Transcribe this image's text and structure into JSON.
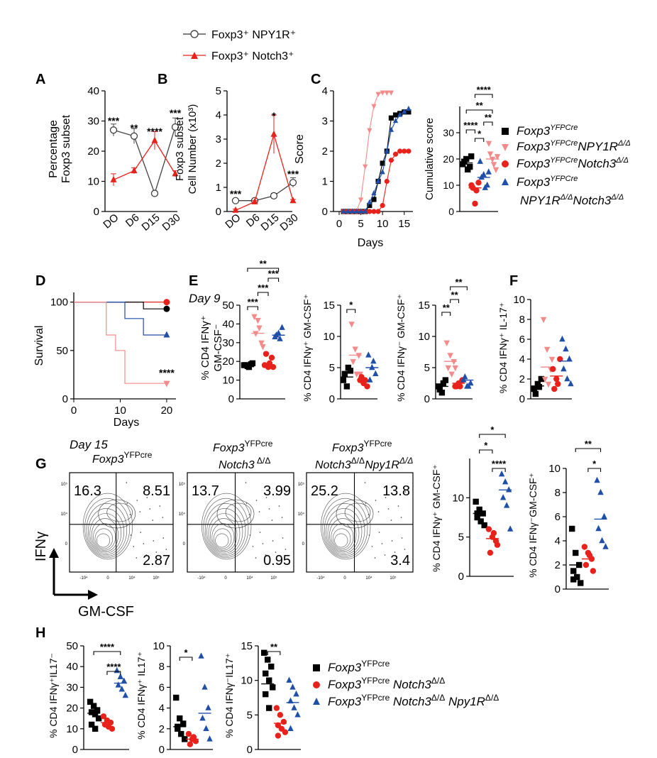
{
  "colors": {
    "black": "#000000",
    "red": "#e8221b",
    "pink": "#f58a8a",
    "blue": "#1f4fa8",
    "open": "#ffffff"
  },
  "top_legend": [
    {
      "label": "Foxp3⁺ NPY1R⁺",
      "marker": "open-circle"
    },
    {
      "label": "Foxp3⁺ Notch3⁺",
      "marker": "red-triangle"
    }
  ],
  "panel_letters": {
    "A": "A",
    "B": "B",
    "C": "C",
    "D": "D",
    "E": "E",
    "F": "F",
    "G": "G",
    "H": "H"
  },
  "legend_C": [
    {
      "label": "Foxp3",
      "sup": "YFPCre",
      "rest": "",
      "rest_sup": "",
      "marker": "square",
      "color": "black"
    },
    {
      "label": "Foxp3",
      "sup": "YFPCre",
      "rest": "NPY1R",
      "rest_sup": "Δ/Δ",
      "marker": "tri-down",
      "color": "pink"
    },
    {
      "label": "Foxp3",
      "sup": "YFPCre",
      "rest": "Notch3",
      "rest_sup": "Δ/Δ",
      "marker": "circle",
      "color": "red"
    },
    {
      "label": "Foxp3",
      "sup": "YFPCre",
      "rest": "NPY1R^Δ/Δ Notch3^Δ/Δ",
      "rest_sup": "",
      "marker": "tri-up",
      "color": "blue"
    }
  ],
  "legend_C_lines": [
    "Foxp3YFPCre",
    "Foxp3YFPCreNPY1RΔ/Δ",
    "Foxp3YFPCreNotch3Δ/Δ",
    "Foxp3YFPCre",
    "NPY1RΔ/ΔNotch3Δ/Δ"
  ],
  "legend_H": [
    {
      "text": "Foxp3YFPcre",
      "marker": "square",
      "color": "black"
    },
    {
      "text": "Foxp3YFPcre Notch3Δ/Δ",
      "marker": "circle",
      "color": "red"
    },
    {
      "text": "Foxp3YFPcre Notch3Δ/Δ Npy1RΔ/Δ",
      "marker": "tri-up",
      "color": "blue"
    }
  ],
  "chart_data": [
    {
      "panel": "A",
      "type": "line",
      "xlabel": "",
      "ylabel": "Percentage Foxp3 subset",
      "categories": [
        "DO",
        "D6",
        "D15",
        "D30"
      ],
      "ylim": [
        0,
        40
      ],
      "yticks": [
        0,
        10,
        20,
        30,
        40
      ],
      "series": [
        {
          "name": "Foxp3⁺ NPY1R⁺",
          "values": [
            27,
            25,
            6,
            28
          ],
          "err": [
            2,
            2.5,
            0.5,
            3
          ]
        },
        {
          "name": "Foxp3⁺ Notch3⁺",
          "values": [
            10.5,
            13.5,
            23.5,
            12.5
          ],
          "err": [
            2,
            1,
            3,
            1
          ]
        }
      ],
      "annotations": [
        "***",
        "**",
        "****",
        "***"
      ]
    },
    {
      "panel": "B",
      "type": "line",
      "xlabel": "",
      "ylabel": "Foxp3 subset Cell Number (x10³)",
      "categories": [
        "DO",
        "D6",
        "D15",
        "D30"
      ],
      "ylim": [
        0,
        5
      ],
      "yticks": [
        0,
        1,
        2,
        3,
        4,
        5
      ],
      "series": [
        {
          "name": "Foxp3⁺ NPY1R⁺",
          "values": [
            0.45,
            0.45,
            0.65,
            1.2
          ],
          "err": [
            0.05,
            0.05,
            0.1,
            0.2
          ]
        },
        {
          "name": "Foxp3⁺ Notch3⁺",
          "values": [
            0.05,
            0.4,
            3.2,
            0.45
          ],
          "err": [
            0.05,
            0.05,
            0.8,
            0.05
          ]
        }
      ],
      "annotations": [
        "***",
        "",
        "*",
        "***"
      ]
    },
    {
      "panel": "C-score",
      "type": "line",
      "xlabel": "Days",
      "ylabel": "Score",
      "xlim": [
        0,
        17
      ],
      "xticks": [
        0,
        5,
        10,
        15
      ],
      "ylim": [
        0,
        4
      ],
      "yticks": [
        0,
        1,
        2,
        3,
        4
      ],
      "series": [
        {
          "color": "black",
          "marker": "square",
          "x": [
            1,
            2,
            3,
            4,
            5,
            6,
            7,
            8,
            9,
            10,
            11,
            12,
            13,
            14,
            15,
            16
          ],
          "y": [
            0,
            0,
            0,
            0,
            0,
            0,
            0.2,
            0.4,
            1.0,
            1.6,
            2.0,
            3.1,
            3.2,
            3.25,
            3.3,
            3.3
          ]
        },
        {
          "color": "pink",
          "marker": "tri-down",
          "x": [
            1,
            2,
            3,
            4,
            5,
            6,
            7,
            8,
            9,
            10,
            11,
            12
          ],
          "y": [
            0,
            0,
            0,
            0,
            0.4,
            1.5,
            2.7,
            3.5,
            3.9,
            3.95,
            3.95,
            3.95
          ]
        },
        {
          "color": "red",
          "marker": "circle",
          "x": [
            1,
            2,
            3,
            4,
            5,
            6,
            7,
            8,
            9,
            10,
            11,
            12,
            13,
            14,
            15,
            16
          ],
          "y": [
            0,
            0,
            0,
            0,
            0,
            0,
            0,
            0,
            0,
            0.2,
            1.0,
            1.7,
            1.9,
            2.0,
            2.0,
            2.0
          ]
        },
        {
          "color": "blue",
          "marker": "tri-up",
          "x": [
            1,
            2,
            3,
            4,
            5,
            6,
            7,
            8,
            9,
            10,
            11,
            12,
            13,
            14,
            15,
            16
          ],
          "y": [
            0,
            0,
            0,
            0,
            0,
            0,
            0.3,
            0.6,
            1.0,
            1.3,
            2.0,
            2.7,
            3.0,
            3.2,
            3.3,
            3.4
          ]
        }
      ]
    },
    {
      "panel": "C-cumulative",
      "type": "scatter",
      "ylabel": "Cumulative score",
      "ylim": [
        0,
        40
      ],
      "yticks": [
        0,
        10,
        20,
        30
      ],
      "groups": [
        {
          "color": "black",
          "marker": "square",
          "points": [
            18,
            20,
            17,
            19,
            16,
            21
          ],
          "mean": 18.5
        },
        {
          "color": "red",
          "marker": "circle",
          "points": [
            10,
            3,
            11,
            9,
            8
          ],
          "mean": 9
        },
        {
          "color": "blue",
          "marker": "tri-up",
          "points": [
            19,
            14,
            10,
            13,
            9,
            15
          ],
          "mean": 13
        },
        {
          "color": "pink",
          "marker": "tri-down",
          "points": [
            26,
            20,
            16,
            22,
            18,
            21
          ],
          "mean": 20
        }
      ],
      "annotations": [
        "**",
        "****",
        "*",
        "**",
        "****"
      ]
    },
    {
      "panel": "D",
      "type": "line",
      "xlabel": "Days",
      "ylabel": "Survival",
      "xlim": [
        0,
        22
      ],
      "xticks": [
        0,
        10,
        20
      ],
      "ylim": [
        0,
        110
      ],
      "yticks": [
        0,
        50,
        100
      ],
      "series": [
        {
          "color": "red",
          "x": [
            0,
            20
          ],
          "y": [
            100,
            100
          ]
        },
        {
          "color": "black",
          "x": [
            0,
            15,
            15,
            20
          ],
          "y": [
            100,
            100,
            93,
            93
          ]
        },
        {
          "color": "blue",
          "x": [
            0,
            11,
            11,
            15,
            15,
            20
          ],
          "y": [
            100,
            100,
            83,
            83,
            66,
            66
          ]
        },
        {
          "color": "pink",
          "x": [
            0,
            7,
            7,
            9,
            9,
            11,
            11,
            20
          ],
          "y": [
            100,
            100,
            66,
            66,
            50,
            50,
            16,
            16
          ]
        }
      ],
      "annotations": [
        "****"
      ]
    },
    {
      "panel": "E1",
      "type": "scatter",
      "ylabel": "% CD4 IFNγ⁺ GM-CSF⁻",
      "day_label": "Day 9",
      "ylim": [
        0,
        50
      ],
      "yticks": [
        0,
        10,
        20,
        30,
        40,
        50
      ],
      "groups": [
        {
          "color": "black",
          "marker": "square",
          "points": [
            18,
            17.5,
            18.5,
            18,
            17,
            19
          ],
          "mean": 18
        },
        {
          "color": "pink",
          "marker": "tri-down",
          "points": [
            44,
            42,
            30,
            35,
            38,
            28
          ],
          "mean": 35
        },
        {
          "color": "red",
          "marker": "circle",
          "points": [
            18,
            17,
            22,
            24,
            19,
            17
          ],
          "mean": 18
        },
        {
          "color": "blue",
          "marker": "tri-up",
          "points": [
            33,
            35,
            38,
            34,
            32
          ],
          "mean": 34
        }
      ],
      "annotations": [
        "**",
        "***",
        "***",
        "***"
      ]
    },
    {
      "panel": "E2",
      "type": "scatter",
      "ylabel": "% CD4 IFNγ⁺ GM-CSF⁺",
      "ylim": [
        0,
        15
      ],
      "yticks": [
        0,
        5,
        10,
        15
      ],
      "groups": [
        {
          "color": "black",
          "marker": "square",
          "points": [
            3,
            2,
            4.5,
            4,
            5
          ],
          "mean": 3.5
        },
        {
          "color": "pink",
          "marker": "tri-down",
          "points": [
            12,
            8,
            7,
            6,
            4,
            4
          ],
          "mean": 7
        },
        {
          "color": "red",
          "marker": "circle",
          "points": [
            3,
            2.5,
            2,
            3.5,
            3
          ],
          "mean": 3
        },
        {
          "color": "blue",
          "marker": "tri-up",
          "points": [
            7,
            5,
            4,
            3,
            6
          ],
          "mean": 5
        }
      ],
      "annotations": [
        "*"
      ]
    },
    {
      "panel": "E3",
      "type": "scatter",
      "ylabel": "% CD4 IFNγ⁻ GM-CSF⁺",
      "ylim": [
        0,
        15
      ],
      "yticks": [
        0,
        5,
        10,
        15
      ],
      "groups": [
        {
          "color": "black",
          "marker": "square",
          "points": [
            2,
            1,
            3,
            1.5,
            2.5
          ],
          "mean": 2
        },
        {
          "color": "pink",
          "marker": "tri-down",
          "points": [
            9,
            7,
            6,
            5,
            4,
            5
          ],
          "mean": 6
        },
        {
          "color": "red",
          "marker": "circle",
          "points": [
            2,
            2.5,
            3,
            2,
            2
          ],
          "mean": 2.5
        },
        {
          "color": "blue",
          "marker": "tri-up",
          "points": [
            3,
            2,
            2.5,
            3.5,
            2
          ],
          "mean": 3
        }
      ],
      "annotations": [
        "**",
        "**",
        "**"
      ]
    },
    {
      "panel": "F",
      "type": "scatter",
      "ylabel": "% CD4 IFNγ⁺ IL-17⁺",
      "ylim": [
        0,
        10
      ],
      "yticks": [
        0,
        2,
        4,
        6,
        8,
        10
      ],
      "groups": [
        {
          "color": "black",
          "marker": "square",
          "points": [
            1,
            1.5,
            2,
            0.5,
            1.2
          ],
          "mean": 1.3
        },
        {
          "color": "pink",
          "marker": "tri-down",
          "points": [
            8,
            5,
            3,
            2,
            1.5,
            4
          ],
          "mean": 3.2
        },
        {
          "color": "red",
          "marker": "circle",
          "points": [
            3,
            2,
            4,
            1,
            1.5
          ],
          "mean": 2.3
        },
        {
          "color": "blue",
          "marker": "tri-up",
          "points": [
            6,
            5,
            4,
            3,
            2,
            1.5
          ],
          "mean": 3.8
        }
      ]
    },
    {
      "panel": "G-scatter-1",
      "type": "scatter",
      "ylabel": "% CD4 IFNγ⁺ GM-CSF⁺",
      "ylim": [
        0,
        15
      ],
      "yticks": [
        0,
        5,
        10
      ],
      "groups": [
        {
          "color": "black",
          "marker": "square",
          "points": [
            9.5,
            8.5,
            8,
            7.5,
            7,
            6.5,
            8
          ],
          "mean": 8
        },
        {
          "color": "red",
          "marker": "circle",
          "points": [
            6,
            5,
            4.5,
            3,
            5.5,
            4
          ],
          "mean": 4.8
        },
        {
          "color": "blue",
          "marker": "tri-up",
          "points": [
            13,
            12,
            11,
            10,
            9,
            6
          ],
          "mean": 11
        }
      ],
      "annotations": [
        "*",
        "*",
        "****"
      ]
    },
    {
      "panel": "G-scatter-2",
      "type": "scatter",
      "ylabel": "% CD4 IFNγ⁻GM-CSF⁺",
      "ylim": [
        0,
        10
      ],
      "yticks": [
        0,
        2,
        4,
        6,
        8,
        10
      ],
      "groups": [
        {
          "color": "black",
          "marker": "square",
          "points": [
            5,
            3,
            2,
            1.5,
            1,
            0.5,
            0.8
          ],
          "mean": 2
        },
        {
          "color": "red",
          "marker": "circle",
          "points": [
            3.5,
            3,
            2.5,
            2,
            2.8,
            1.5
          ],
          "mean": 2.5
        },
        {
          "color": "blue",
          "marker": "tri-up",
          "points": [
            9,
            8,
            6,
            5,
            4,
            3.5
          ],
          "mean": 5.8
        }
      ],
      "annotations": [
        "**",
        "*"
      ]
    },
    {
      "panel": "H1",
      "type": "scatter",
      "ylabel": "% CD4 IFNγ⁺IL17⁻",
      "ylim": [
        0,
        50
      ],
      "yticks": [
        0,
        10,
        20,
        30,
        40,
        50
      ],
      "groups": [
        {
          "color": "black",
          "marker": "square",
          "points": [
            23,
            21,
            19,
            18,
            17,
            15,
            12,
            10
          ],
          "mean": 17.5
        },
        {
          "color": "red",
          "marker": "circle",
          "points": [
            16,
            14,
            13,
            12,
            11,
            10
          ],
          "mean": 13
        },
        {
          "color": "blue",
          "marker": "tri-up",
          "points": [
            38,
            35,
            33,
            31,
            29,
            26
          ],
          "mean": 32
        }
      ],
      "annotations": [
        "****",
        "****"
      ]
    },
    {
      "panel": "H2",
      "type": "scatter",
      "ylabel": "% CD4 IFNγ⁺ IL17⁺",
      "ylim": [
        0,
        10
      ],
      "yticks": [
        0,
        2,
        4,
        6,
        8,
        10
      ],
      "groups": [
        {
          "color": "black",
          "marker": "square",
          "points": [
            5,
            3,
            2.5,
            2,
            1.5,
            1,
            2.2
          ],
          "mean": 2.2
        },
        {
          "color": "red",
          "marker": "circle",
          "points": [
            1.5,
            1,
            0.8,
            0.5,
            1.2
          ],
          "mean": 1
        },
        {
          "color": "blue",
          "marker": "tri-up",
          "points": [
            9,
            6,
            4,
            3,
            2,
            1
          ],
          "mean": 3.5
        }
      ],
      "annotations": [
        "*"
      ]
    },
    {
      "panel": "H3",
      "type": "scatter",
      "ylabel": "% CD4 IFNγ⁻IL17⁺",
      "ylim": [
        0,
        15
      ],
      "yticks": [
        0,
        5,
        10,
        15
      ],
      "groups": [
        {
          "color": "black",
          "marker": "square",
          "points": [
            14,
            13,
            12,
            11,
            10,
            9,
            8,
            6
          ],
          "mean": 9.5
        },
        {
          "color": "red",
          "marker": "circle",
          "points": [
            6,
            5,
            4,
            3.5,
            3,
            2.5,
            2
          ],
          "mean": 3.8
        },
        {
          "color": "blue",
          "marker": "tri-up",
          "points": [
            10,
            9,
            8,
            7,
            6,
            5,
            3
          ],
          "mean": 6.8
        }
      ],
      "annotations": [
        "**"
      ]
    }
  ],
  "flow_G": {
    "day_label": "Day 15",
    "y_axis_label": "IFNγ",
    "x_axis_label": "GM-CSF",
    "plots": [
      {
        "title_italic": "Foxp3",
        "title_sup": "YFPcre",
        "title_line2": "",
        "q_ul": "16.3",
        "q_ur": "8.51",
        "q_lr": "2.87"
      },
      {
        "title_italic": "Foxp3",
        "title_sup": "YFPcre",
        "title_line2": "Notch3 Δ/Δ",
        "q_ul": "13.7",
        "q_ur": "3.99",
        "q_lr": "0.95"
      },
      {
        "title_italic": "Foxp3",
        "title_sup": "YFPcre",
        "title_line2": "Notch3Δ/ΔNpy1RΔ/Δ",
        "q_ul": "25.2",
        "q_ur": "13.8",
        "q_lr": "3.4"
      }
    ]
  }
}
